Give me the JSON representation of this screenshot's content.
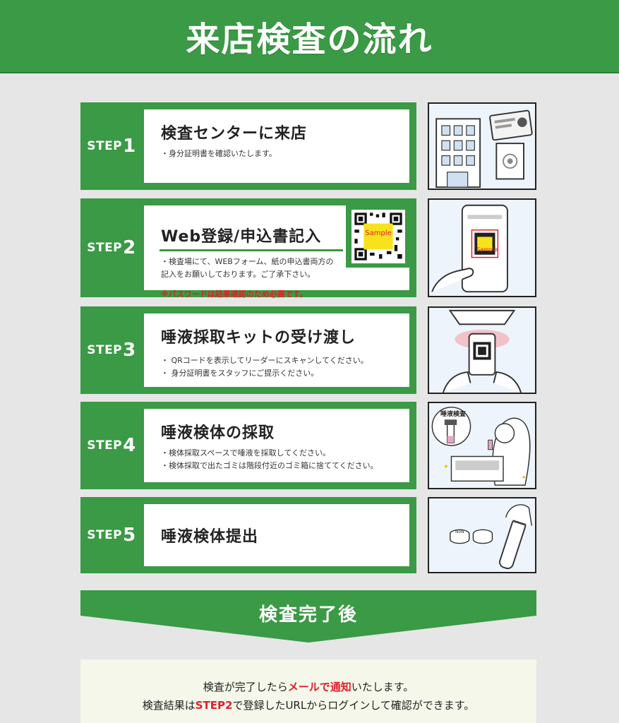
{
  "header": {
    "title": "来店検査の流れ"
  },
  "steps": [
    {
      "label": "STEP",
      "num": "1",
      "title": "検査センターに来店",
      "bullets": [
        "・身分証明書を確認いたします。"
      ]
    },
    {
      "label": "STEP",
      "num": "2",
      "title": "Web登録/申込書記入",
      "bullets": [
        "・検査場にて、WEBフォーム、紙の申込書両方の",
        "記入をお願いしております。ご了承下さい。"
      ],
      "note": "※パスワードは結果確認のため必要です。",
      "qr_label": "Sample"
    },
    {
      "label": "STEP",
      "num": "3",
      "title": "唾液採取キットの受け渡し",
      "bullets": [
        "・ QRコードを表示してリーダーにスキャンしてください。",
        "・ 身分証明書をスタッフにご提示ください。"
      ]
    },
    {
      "label": "STEP",
      "num": "4",
      "title": "唾液検体の採取",
      "bullets": [
        "・検体採取スペースで唾液を採取してください。",
        "・検体採取で出たゴミは階段付近のゴミ箱に捨ててください。"
      ]
    },
    {
      "label": "STEP",
      "num": "5",
      "title": "唾液検体提出",
      "bullets": []
    }
  ],
  "illustrations": {
    "step2_phone_label": "Sample",
    "step4_tube_label": "唾液検査",
    "step5_cup_label": "NoN"
  },
  "banner": {
    "title": "検査完了後"
  },
  "notice": {
    "line1_a": "検査が完了したら",
    "line1_b": "メールで通知",
    "line1_c": "いたします。",
    "line2_a": "検査結果は",
    "line2_b": "STEP2",
    "line2_c": "で登録したURLからログインして確認ができます。"
  },
  "colors": {
    "green": "#3a9a45",
    "red": "#e0202a",
    "background": "#e6e6e6"
  }
}
